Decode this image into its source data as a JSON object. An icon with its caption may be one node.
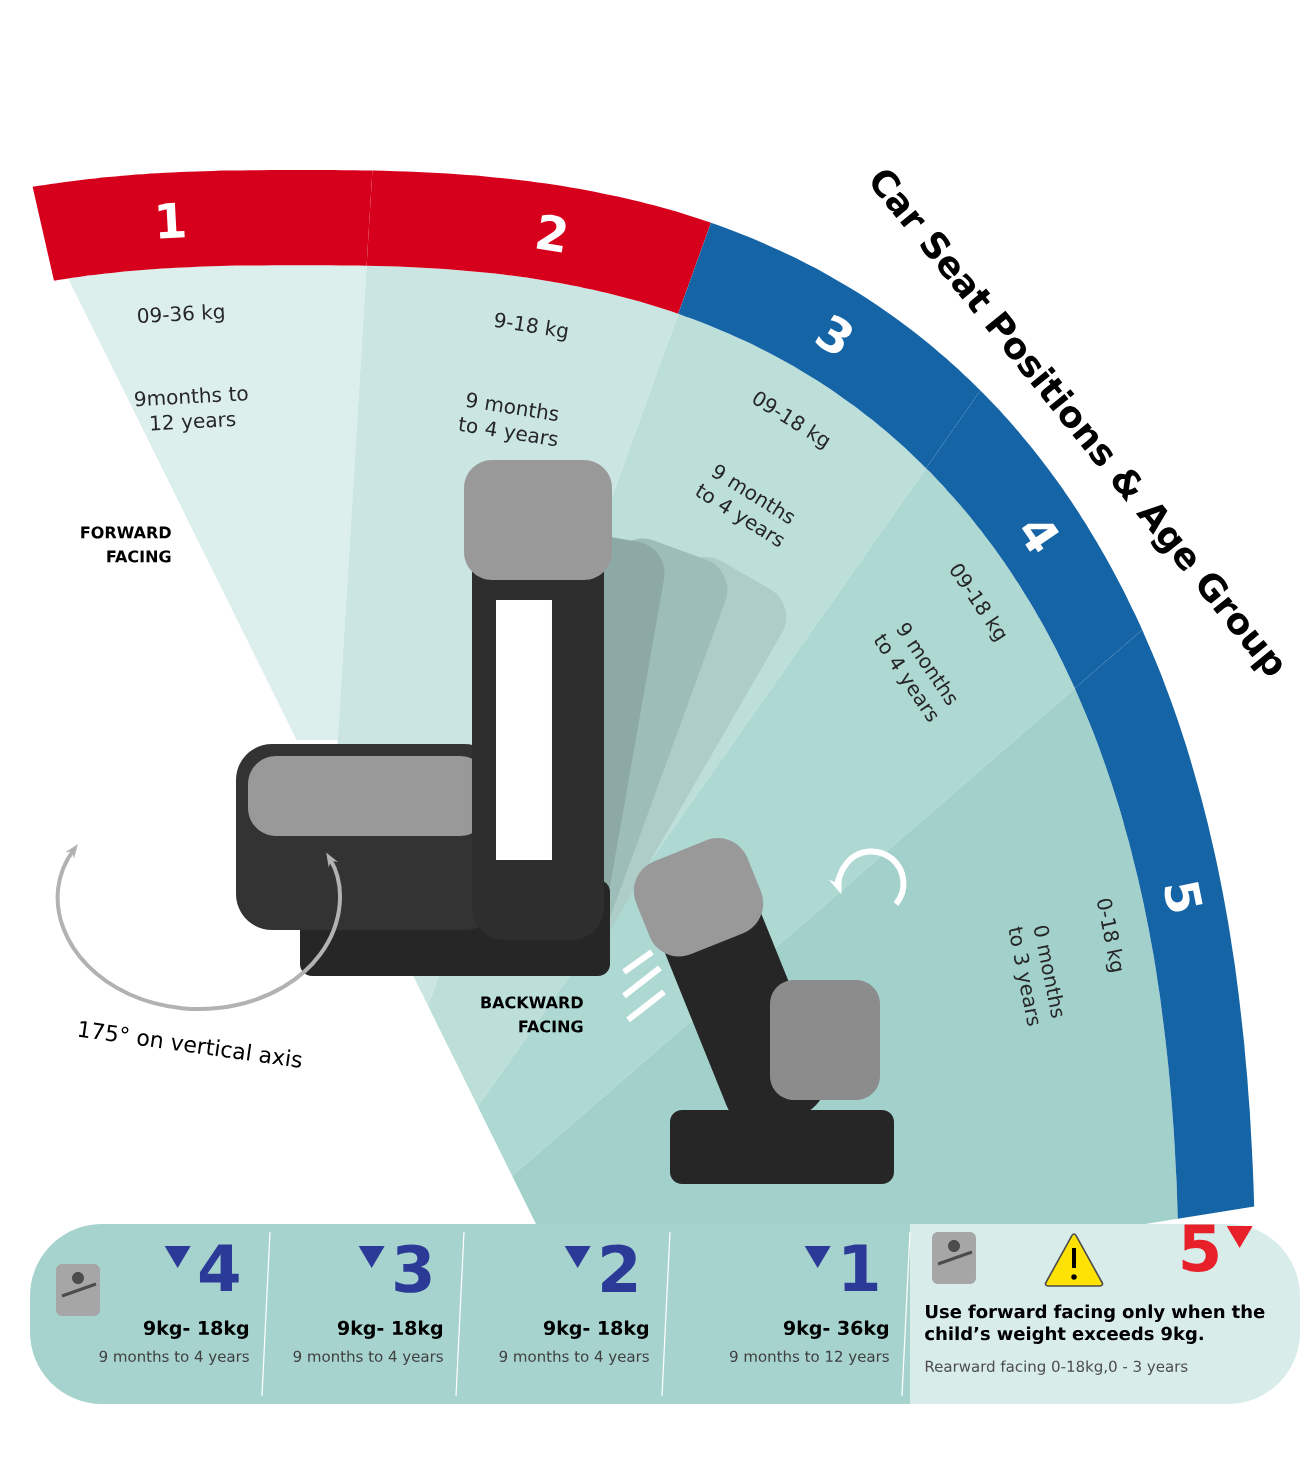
{
  "diagram": {
    "title": "Car Seat Positions & Age Group",
    "nodes": [
      {
        "text": [
          "1",
          "09-36 kg",
          "9months to 12 years"
        ]
      },
      {
        "text": [
          "2",
          "9-18 kg",
          "9 months to 4 years"
        ]
      },
      {
        "text": [
          "3",
          "09-18 kg",
          "9 months to 4 years"
        ]
      },
      {
        "text": [
          "4",
          "09-18 kg",
          "9 months to 4 years"
        ]
      },
      {
        "text": [
          "5",
          "0-18 kg",
          "0 months to 3 years"
        ]
      },
      {
        "text": [
          "4",
          "9kg- 18kg",
          "9 months to 4 years"
        ]
      },
      {
        "text": [
          "3",
          "9kg- 18kg",
          "9 months to 4 years"
        ]
      },
      {
        "text": [
          "2",
          "9kg- 18kg",
          "9 months to 4 years"
        ]
      },
      {
        "text": [
          "1",
          "9kg- 36kg",
          "9 months to 12 years"
        ]
      },
      {
        "text": [
          "5",
          "Use forward facing only when the child’s weight exceeds 9kg.",
          "Rearward facing 0-18kg,0 - 3 years"
        ]
      }
    ],
    "labels": [
      "FORWARD FACING",
      "BACKWARD FACING",
      "175° on vertical axis"
    ]
  }
}
